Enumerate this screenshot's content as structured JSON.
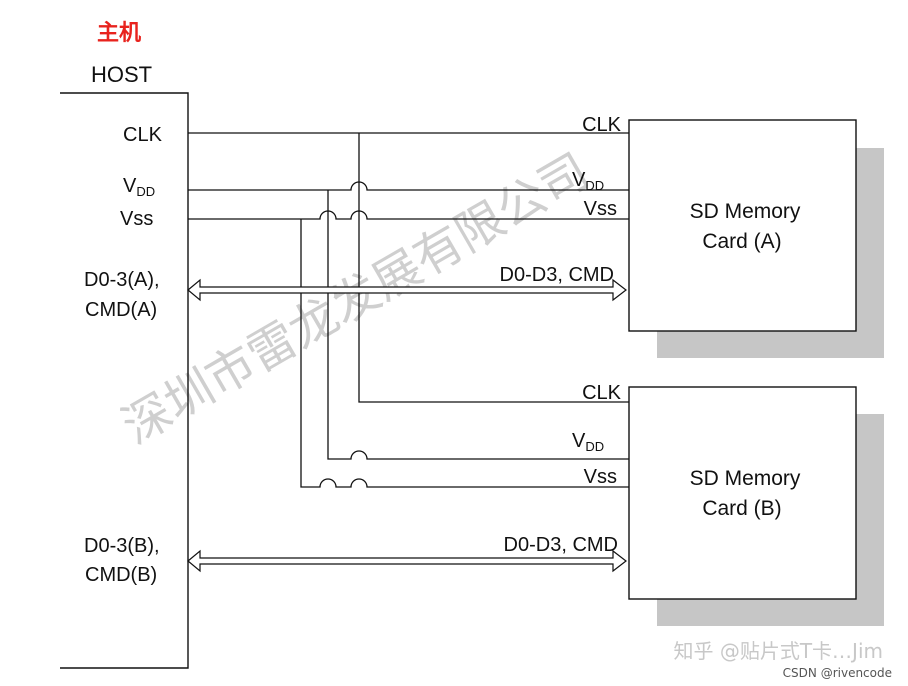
{
  "host": {
    "title_cn": "主机",
    "title": "HOST",
    "pins": {
      "clk": "CLK",
      "vdd_main": "V",
      "vdd_sub": "DD",
      "vss": "Vss",
      "data_a_line1": "D0-3(A),",
      "data_a_line2": "CMD(A)",
      "data_b_line1": "D0-3(B),",
      "data_b_line2": "CMD(B)"
    }
  },
  "card_a": {
    "line1": "SD Memory",
    "line2": "Card (A)",
    "pins": {
      "clk": "CLK",
      "vdd_main": "V",
      "vdd_sub": "DD",
      "vss": "Vss",
      "bus": "D0-D3, CMD"
    }
  },
  "card_b": {
    "line1": "SD Memory",
    "line2": "Card (B)",
    "pins": {
      "clk": "CLK",
      "vdd_main": "V",
      "vdd_sub": "DD",
      "vss": "Vss",
      "bus": "D0-D3, CMD"
    }
  },
  "watermark": "深圳市雷龙发展有限公司",
  "credits": {
    "zhihu": "知乎 @贴片式T卡…Jim",
    "csdn": "CSDN @rivencode"
  },
  "colors": {
    "accent_red": "#e8231e",
    "shadow": "#c6c6c6",
    "line": "#111111"
  }
}
